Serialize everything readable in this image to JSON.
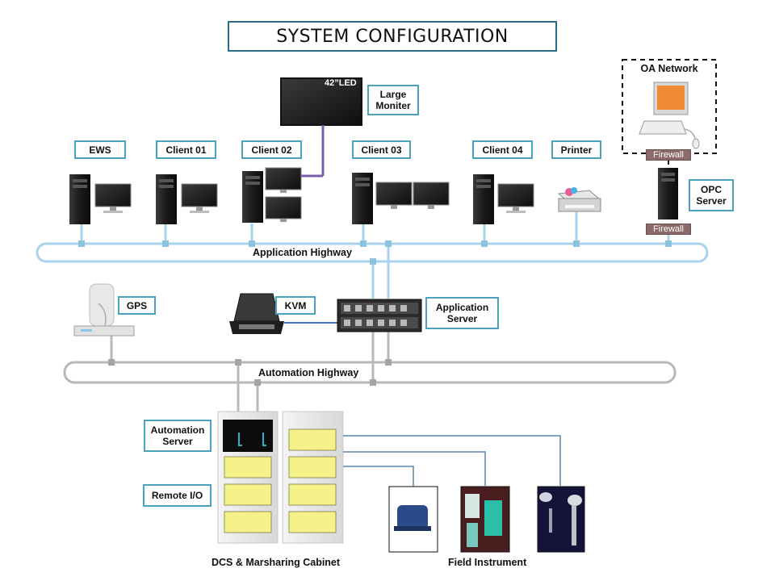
{
  "title": "SYSTEM CONFIGURATION",
  "led_label": "42”LED",
  "labels": {
    "large_monitor": "Large Moniter",
    "ews": "EWS",
    "client01": "Client 01",
    "client02": "Client 02",
    "client03": "Client 03",
    "client04": "Client 04",
    "printer": "Printer",
    "oa_network": "OA Network",
    "firewall_top": "Firewall",
    "firewall_bottom": "Firewall",
    "opc_server": "OPC Server",
    "application_highway": "Application Highway",
    "gps": "GPS",
    "kvm": "KVM",
    "application_server": "Application Server",
    "automation_highway": "Automation Highway",
    "automation_server": "Automation Server",
    "remote_io": "Remote I/O",
    "dcs_cabinet": "DCS & Marsharing Cabinet",
    "field_instrument": "Field Instrument"
  },
  "colors": {
    "label_border": "#4aa3bd",
    "highway": "#a9d3ec",
    "automation_highway": "#b0b0b0",
    "firewall": "#8c6a6a",
    "monitor_link": "#7a5ca8",
    "io_module": "#f6f28a"
  }
}
